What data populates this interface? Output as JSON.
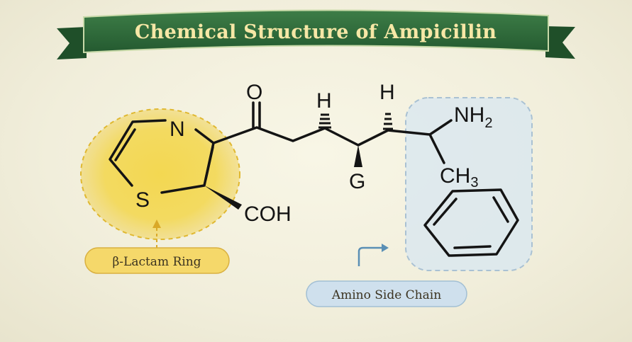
{
  "title": "Chemical Structure of Ampicillin",
  "atoms": {
    "oxygen": "O",
    "nitrogen": "N",
    "sulfur": "S",
    "cooh": "COH",
    "h1": "H",
    "h2": "H",
    "g": "G",
    "nh2_base": "NH",
    "nh2_sub": "2",
    "ch3_base": "CH",
    "ch3_sub": "3"
  },
  "labels": {
    "beta_lactam": "β-Lactam Ring",
    "side_chain": "Amino Side Chain"
  },
  "colors": {
    "banner": "#2f6b3a",
    "banner_text": "#f6e7a6",
    "ring_highlight": "#f3d64a",
    "side_chain_highlight": "#dbe7ef",
    "bond": "#141414"
  }
}
